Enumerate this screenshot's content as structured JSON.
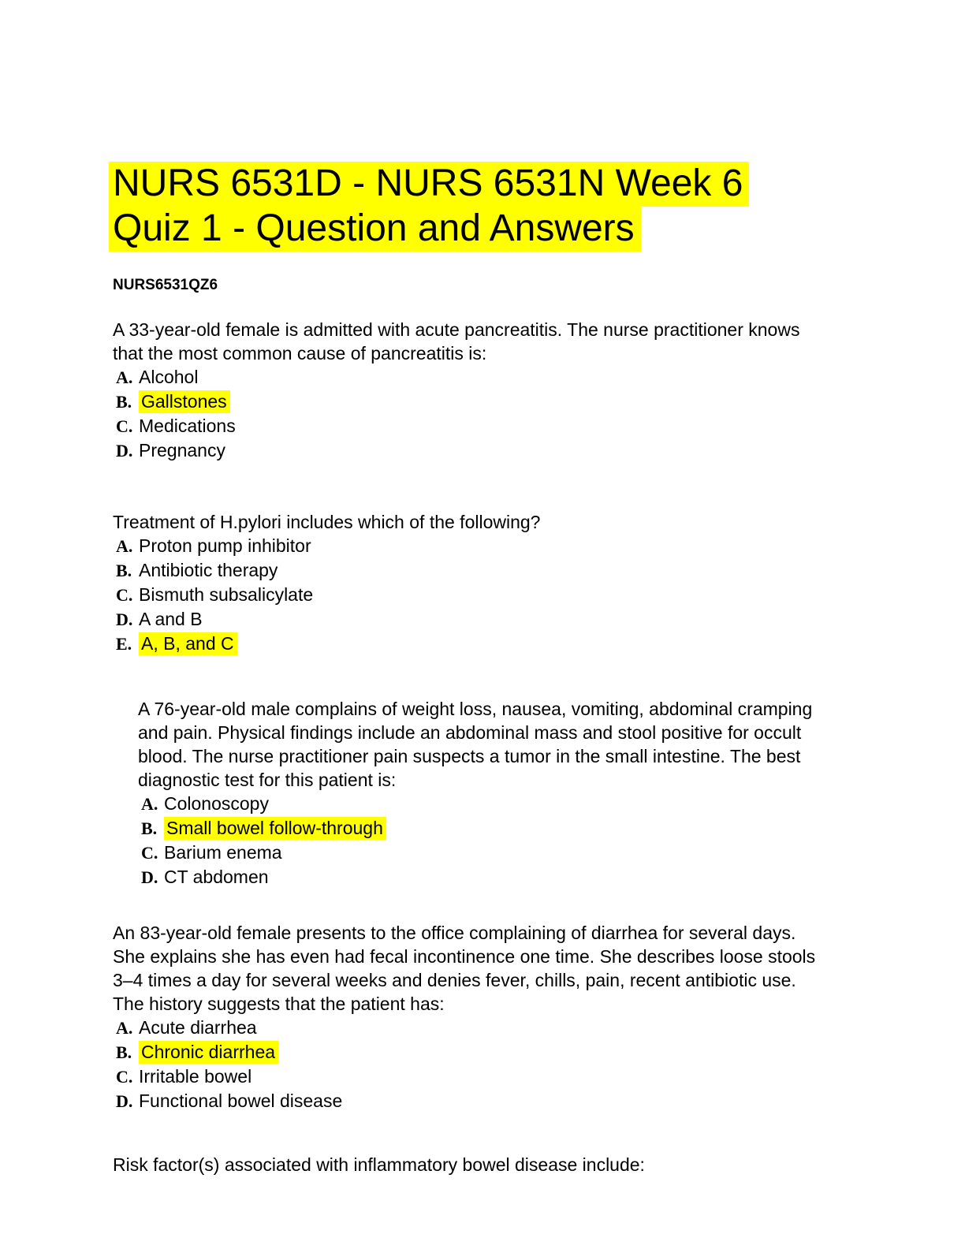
{
  "page": {
    "title_line_1": "NURS 6531D - NURS 6531N Week 6",
    "title_line_2": "Quiz 1 - Question and Answers",
    "subtitle": "NURS6531QZ6",
    "highlight_color": "#ffff00",
    "text_color": "#000000"
  },
  "questions": [
    {
      "text": "A 33-year-old female is admitted with acute pancreatitis. The nurse practitioner knows\nthat the most common cause of pancreatitis is:",
      "indented": false,
      "options": [
        {
          "letter": "A.",
          "text": "Alcohol",
          "highlight": false
        },
        {
          "letter": "B.",
          "text": "Gallstones",
          "highlight": true
        },
        {
          "letter": "C.",
          "text": "Medications",
          "highlight": false
        },
        {
          "letter": "D.",
          "text": "Pregnancy",
          "highlight": false
        }
      ]
    },
    {
      "text": "Treatment of H.pylori includes which of the following?",
      "indented": false,
      "options": [
        {
          "letter": "A.",
          "text": "Proton pump inhibitor",
          "highlight": false
        },
        {
          "letter": "B.",
          "text": "Antibiotic therapy",
          "highlight": false
        },
        {
          "letter": "C.",
          "text": "Bismuth subsalicylate",
          "highlight": false
        },
        {
          "letter": "D.",
          "text": "A and B",
          "highlight": false
        },
        {
          "letter": "E.",
          "text": "A, B, and C",
          "highlight": true
        }
      ]
    },
    {
      "text": "A 76-year-old male complains of weight loss, nausea, vomiting, abdominal cramping\nand pain. Physical findings include an abdominal mass and stool positive for occult\nblood. The nurse practitioner pain suspects a tumor in the small intestine. The best\ndiagnostic test for this patient is:",
      "indented": true,
      "options": [
        {
          "letter": "A.",
          "text": "Colonoscopy",
          "highlight": false
        },
        {
          "letter": "B.",
          "text": "Small bowel follow-through",
          "highlight": true
        },
        {
          "letter": "C.",
          "text": "Barium enema",
          "highlight": false
        },
        {
          "letter": "D.",
          "text": "CT abdomen",
          "highlight": false
        }
      ]
    },
    {
      "text": "An 83-year-old female presents to the office complaining of diarrhea for several days.\nShe explains she has even had fecal incontinence one time. She describes loose stools\n3–4 times a day for several weeks and denies fever, chills, pain, recent antibiotic use.\nThe history suggests that the patient has:",
      "indented": false,
      "options": [
        {
          "letter": "A.",
          "text": "Acute diarrhea",
          "highlight": false
        },
        {
          "letter": "B.",
          "text": "Chronic diarrhea",
          "highlight": true
        },
        {
          "letter": "C.",
          "text": "Irritable bowel",
          "highlight": false
        },
        {
          "letter": "D.",
          "text": "Functional bowel disease",
          "highlight": false
        }
      ]
    }
  ],
  "closing_question": "Risk factor(s) associated with inflammatory bowel disease include:"
}
